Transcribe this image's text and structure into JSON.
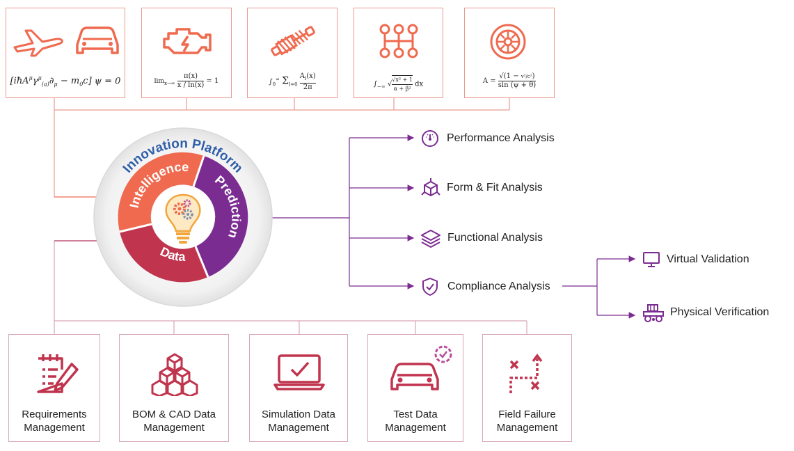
{
  "platform": {
    "title": "Innovation Platform",
    "segments": {
      "intelligence": "Intelligence",
      "prediction": "Prediction",
      "data": "Data"
    }
  },
  "top_boxes": [
    {
      "formula": "[iħA^μ γ^μ(a) ∂μ − m0c] ψ = 0",
      "icons": [
        "airplane-icon",
        "car-icon"
      ]
    },
    {
      "formula": "lim x→∞ π(x) / (x/ln(x)) = 1",
      "icons": [
        "engine-warning-icon"
      ]
    },
    {
      "formula": "∫0^∞ Σ l=0..∞ Al(x)/2π",
      "icons": [
        "shock-absorber-icon"
      ]
    },
    {
      "formula": "∫ √(√x² + 1)/(α + β²) dx",
      "icons": [
        "gear-shift-icon"
      ]
    },
    {
      "formula": "A = √(1 − v²/c²) / sin(ψ + θ)",
      "icons": [
        "brake-disc-icon"
      ]
    }
  ],
  "analyses": [
    {
      "label": "Performance Analysis",
      "icon": "gauge-icon"
    },
    {
      "label": "Form & Fit Analysis",
      "icon": "cube-icon"
    },
    {
      "label": "Functional Analysis",
      "icon": "layers-icon"
    },
    {
      "label": "Compliance Analysis",
      "icon": "shield-check-icon"
    }
  ],
  "verification": [
    {
      "label": "Virtual Validation",
      "icon": "monitor-icon"
    },
    {
      "label": "Physical Verification",
      "icon": "test-rig-icon"
    }
  ],
  "bottom_boxes": [
    {
      "line1": "Requirements",
      "line2": "Management",
      "icon": "checklist-pen-icon"
    },
    {
      "line1": "BOM & CAD Data",
      "line2": "Management",
      "icon": "stacked-cubes-icon"
    },
    {
      "line1": "Simulation Data",
      "line2": "Management",
      "icon": "laptop-check-icon"
    },
    {
      "line1": "Test Data",
      "line2": "Management",
      "icon": "car-gear-icon"
    },
    {
      "line1": "Field Failure",
      "line2": "Management",
      "icon": "failure-path-icon"
    }
  ],
  "colors": {
    "orange": "#ef6a4f",
    "crimson": "#c0344e",
    "purple": "#7b2c91",
    "blue": "#2f5ea8",
    "top_border": "#ea9a8e"
  }
}
